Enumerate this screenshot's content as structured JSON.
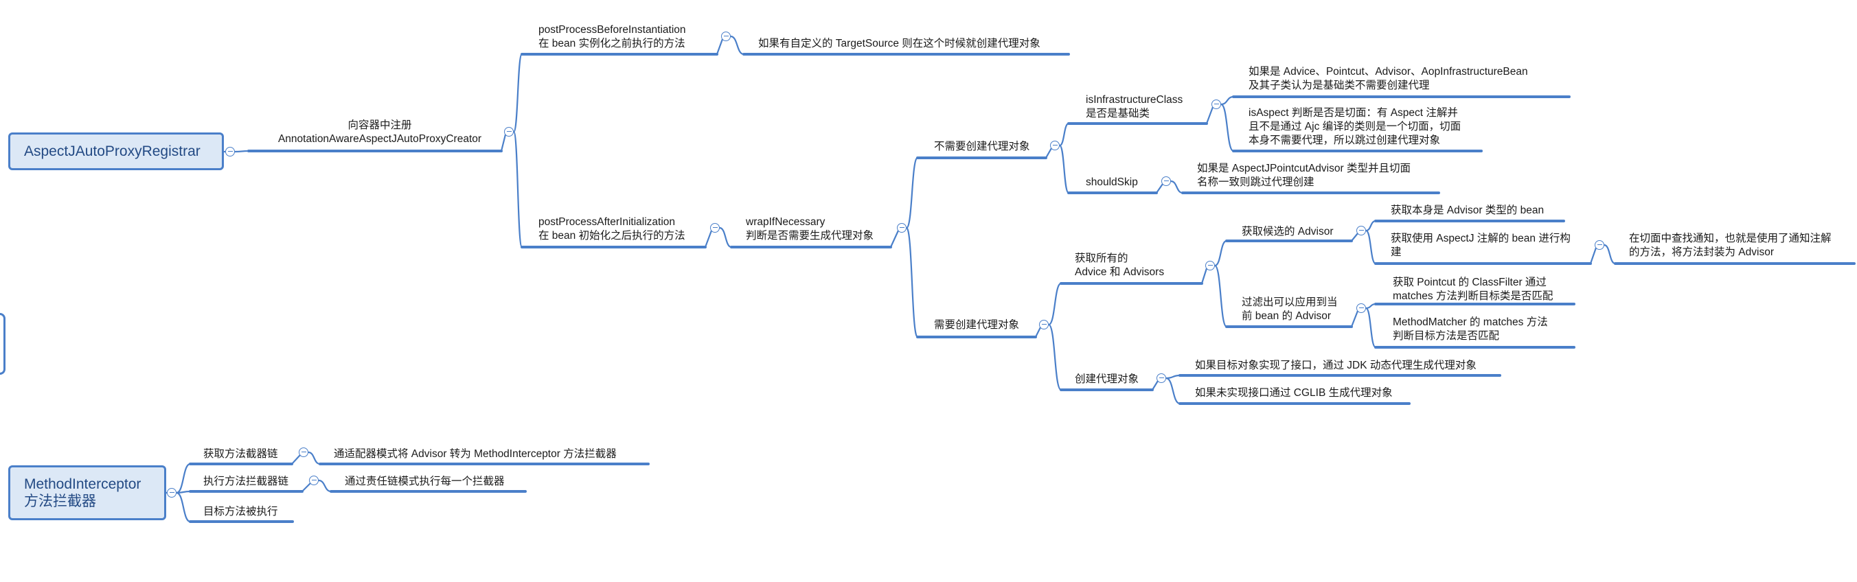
{
  "roots": {
    "registrar": "AspectJAutoProxyRegistrar",
    "interceptor": "MethodInterceptor\n方法拦截器"
  },
  "nodes": {
    "register": "向容器中注册\nAnnotationAwareAspectJAutoProxyCreator",
    "before_instantiation": "postProcessBeforeInstantiation\n在 bean 实例化之前执行的方法",
    "target_source": "如果有自定义的 TargetSource 则在这个时候就创建代理对象",
    "after_initialization": "postProcessAfterInitialization\n在 bean 初始化之后执行的方法",
    "wrap_if_necessary": "wrapIfNecessary\n判断是否需要生成代理对象",
    "no_proxy": "不需要创建代理对象",
    "is_infrastructure": "isInfrastructureClass\n是否是基础类",
    "infra_note": "如果是 Advice、Pointcut、Advisor、AopInfrastructureBean\n及其子类认为是基础类不需要创建代理",
    "is_aspect": "isAspect 判断是否是切面：有 Aspect 注解并\n且不是通过 Ajc 编译的类则是一个切面，切面\n本身不需要代理，所以跳过创建代理对象",
    "should_skip": "shouldSkip",
    "skip_note": "如果是 AspectJPointcutAdvisor 类型并且切面\n名称一致则跳过代理创建",
    "need_proxy": "需要创建代理对象",
    "get_advisors": "获取所有的\nAdvice 和 Advisors",
    "candidate_advisors": "获取候选的 Advisor",
    "advisor_beans": "获取本身是 Advisor 类型的 bean",
    "aspectj_beans": "获取使用 AspectJ 注解的 bean 进行构\n建",
    "aspectj_note": "在切面中查找通知，也就是使用了通知注解\n的方法，将方法封装为 Advisor",
    "filter_advisors": "过滤出可以应用到当\n前 bean 的 Advisor",
    "class_filter": "获取 Pointcut 的 ClassFilter 通过\nmatches 方法判断目标类是否匹配",
    "method_matcher": "MethodMatcher 的 matches 方法\n判断目标方法是否匹配",
    "create_proxy": "创建代理对象",
    "jdk_proxy": "如果目标对象实现了接口，通过 JDK 动态代理生成代理对象",
    "cglib_proxy": "如果未实现接口通过 CGLIB 生成代理对象",
    "get_chain": "获取方法截器链",
    "adapter_note": "通适配器模式将 Advisor 转为 MethodInterceptor 方法拦截器",
    "exec_chain": "执行方法拦截器链",
    "chain_note": "通过责任链模式执行每一个拦截器",
    "target_invoked": "目标方法被执行"
  },
  "colors": {
    "branch": "#4a7fc9",
    "root_fill": "#dce8f6",
    "root_text": "#234a84",
    "text": "#1a1a1a"
  },
  "toggle_icon": "collapse-minus-icon"
}
